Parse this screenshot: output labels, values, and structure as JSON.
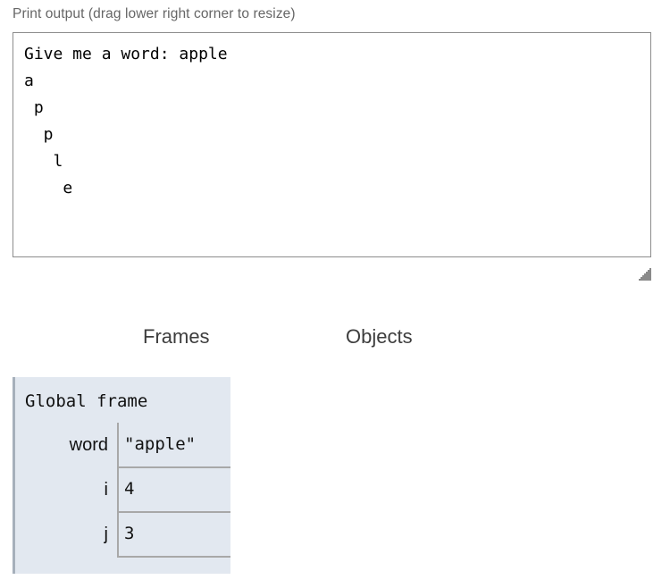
{
  "print_output": {
    "label": "Print output (drag lower right corner to resize)",
    "text": "Give me a word: apple\na\n p\n  p\n   l\n    e\n",
    "lines": [
      "Give me a word: apple",
      "a",
      " p",
      "  p",
      "   l",
      "    e"
    ],
    "resize_grip_icon": "resize-grip-icon",
    "border_color": "#8c8c8c",
    "background": "#ffffff"
  },
  "columns": {
    "frames_header": "Frames",
    "objects_header": "Objects"
  },
  "frames": [
    {
      "title": "Global frame",
      "background": "#e2e8f0",
      "accent": "#a6b0bb",
      "variables": [
        {
          "name": "word",
          "value": "\"apple\""
        },
        {
          "name": "i",
          "value": "4"
        },
        {
          "name": "j",
          "value": "3"
        }
      ]
    }
  ],
  "objects": []
}
